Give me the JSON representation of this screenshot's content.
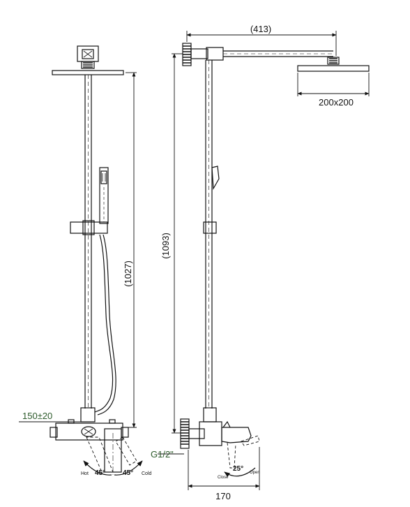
{
  "front_view": {
    "height_dim": "(1027)",
    "offset_dim": "150±20",
    "hot_label": "Hot",
    "cold_label": "Cold",
    "angle_left": "45°",
    "angle_right": "45°"
  },
  "side_view": {
    "arm_dim": "(413)",
    "head_dim": "200x200",
    "height_dim": "(1093)",
    "thread_dim": "G1/2\"",
    "angle": "25°",
    "close_label": "Close",
    "open_label": "Open",
    "base_dim": "170"
  }
}
